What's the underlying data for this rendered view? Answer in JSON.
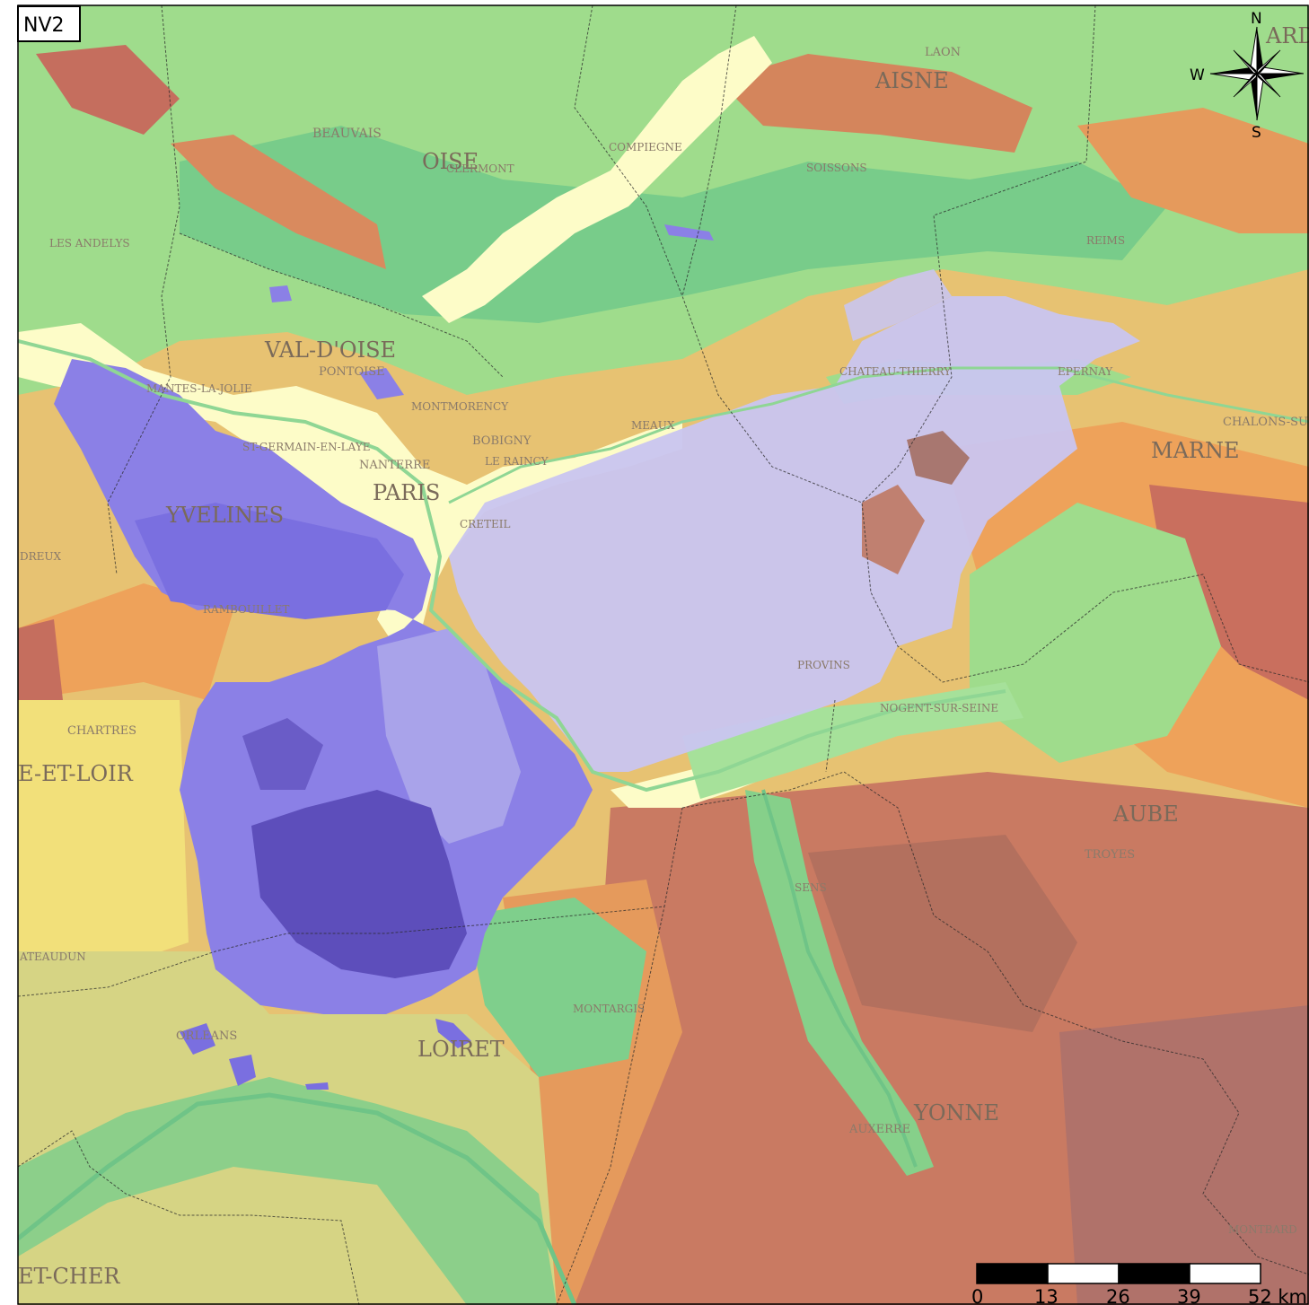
{
  "panel_label": "NV2",
  "compass": {
    "n": "N",
    "s": "S",
    "w": "W"
  },
  "scale": {
    "ticks": [
      "0",
      "13",
      "26",
      "39",
      "52 km"
    ]
  },
  "places": {
    "laon": "LAON",
    "aisne": "AISNE",
    "beauvais": "BEAUVAIS",
    "oise": "OISE",
    "clermont": "CLERMONT",
    "compiegne": "COMPIEGNE",
    "soissons": "SOISSONS",
    "reims": "REIMS",
    "les_andelys": "LES ANDELYS",
    "val_doise": "VAL-D'OISE",
    "pontoise": "PONTOISE",
    "mantes": "MANTES-LA-JOLIE",
    "montmorency": "MONTMORENCY",
    "chateau_thierry": "CHATEAU-THIERRY",
    "epernay": "EPERNAY",
    "chalons": "CHALONS-SU",
    "marne": "MARNE",
    "st_germain": "ST-GERMAIN-EN-LAYE",
    "nanterre": "NANTERRE",
    "bobigny": "BOBIGNY",
    "le_raincy": "LE RAINCY",
    "meaux": "MEAUX",
    "paris": "PARIS",
    "creteil": "CRETEIL",
    "yvelines": "YVELINES",
    "dreux": "DREUX",
    "rambouillet": "RAMBOUILLET",
    "provins": "PROVINS",
    "nogent": "NOGENT-SUR-SEINE",
    "chartres": "CHARTRES",
    "eure_et_loir": "E-ET-LOIR",
    "aube": "AUBE",
    "troyes": "TROYES",
    "sens": "SENS",
    "chateaudun": "ATEAUDUN",
    "montargis": "MONTARGIS",
    "orleans": "ORLEANS",
    "loiret": "LOIRET",
    "yonne": "YONNE",
    "auxerre": "AUXERRE",
    "montbard": "MONTBARD",
    "loir_et_cher": "ET-CHER",
    "ardennes": "ARD"
  },
  "colors": {
    "low": "#fdfcc8",
    "green_light": "#b8e6a0",
    "green": "#78cc8a",
    "yellow": "#f2e07a",
    "orange": "#eea25a",
    "red": "#c56e5e",
    "brown": "#a87770",
    "overlay_light": "#c9c5f0",
    "overlay_mid": "#8b80e6",
    "overlay_dark": "#5d4ebb"
  }
}
